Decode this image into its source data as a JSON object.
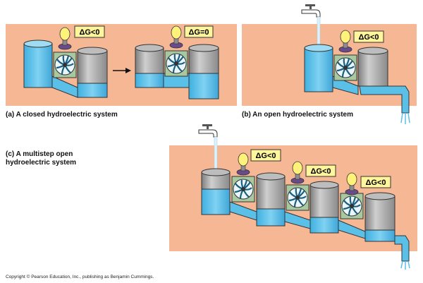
{
  "captions": {
    "a": "(a) A closed hydroelectric system",
    "b": "(b) An open hydroelectric system",
    "c": "(c) A multistep open hydroelectric system"
  },
  "labels": {
    "a_left": "ΔG<0",
    "a_right": "ΔG=0",
    "b": "ΔG<0",
    "c1": "ΔG<0",
    "c2": "ΔG<0",
    "c3": "ΔG<0"
  },
  "copyright": "Copyright © Pearson Education, Inc., publishing as Benjamin Cummings.",
  "colors": {
    "background_panel": "#f6b894",
    "water": "#5bc0e8",
    "tank_gray": "#a9a9a9",
    "turbine_box": "#a8c8a0",
    "label_yellow": "#fff59a",
    "bulb": "#fff27a",
    "bulb_base": "#6b4a8c"
  },
  "icons": [
    "faucet-icon",
    "light-bulb-icon",
    "turbine-icon",
    "arrow-icon"
  ]
}
